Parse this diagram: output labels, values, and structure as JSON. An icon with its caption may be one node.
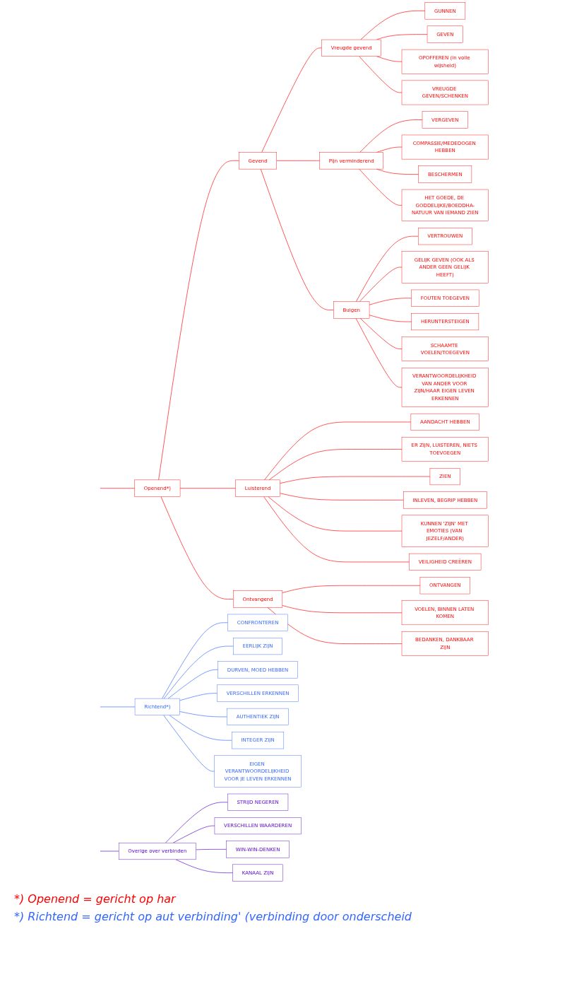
{
  "diagram": {
    "nodes": [
      {
        "text": [
          "Openend*)"
        ]
      },
      {
        "text": [
          "Gevend"
        ]
      },
      {
        "text": [
          "Vreugde gevend"
        ]
      },
      {
        "text": [
          "GUNNEN"
        ]
      },
      {
        "text": [
          "GEVEN"
        ]
      },
      {
        "text": [
          "OPOFFEREN (in volle wijsheid)"
        ]
      },
      {
        "text": [
          "VREUGDE GEVEN/SCHENKEN"
        ]
      },
      {
        "text": [
          "Pijn verminderend"
        ]
      },
      {
        "text": [
          "VERGEVEN"
        ]
      },
      {
        "text": [
          "COMPASSIE/MEDEDOGEN HEBBEN"
        ]
      },
      {
        "text": [
          "BESCHERMEN"
        ]
      },
      {
        "text": [
          "HET GOEDE, DE GODDELIJKE/BOEDDHA-NATUUR VAN IEMAND ZIEN"
        ]
      },
      {
        "text": [
          "Buigen"
        ]
      },
      {
        "text": [
          "VERTROUWEN"
        ]
      },
      {
        "text": [
          "GELIJK GEVEN (OOK ALS ANDER GEEN GELIJK HEEFT)"
        ]
      },
      {
        "text": [
          "FOUTEN TOEGEVEN"
        ]
      },
      {
        "text": [
          "HERUNTERSTEIGEN"
        ]
      },
      {
        "text": [
          "SCHAAMTE VOELEN/TOEGEVEN"
        ]
      },
      {
        "text": [
          "VERANTWOORDELIJKHEID VAN ANDER VOOR ZIJN/HAAR EIGEN LEVEN ERKENNEN"
        ]
      },
      {
        "text": [
          "Luisterend"
        ]
      },
      {
        "text": [
          "AANDACHT HEBBEN"
        ]
      },
      {
        "text": [
          "ER ZIJN, LUISTEREN, NIETS TOEVOEGEN"
        ]
      },
      {
        "text": [
          "ZIEN"
        ]
      },
      {
        "text": [
          "INLEVEN, BEGRIP HEBBEN"
        ]
      },
      {
        "text": [
          "KUNNEN 'ZIJN' MET EMOTIES (VAN JEZELF/ANDER)"
        ]
      },
      {
        "text": [
          "VEILIGHEID CREËREN"
        ]
      },
      {
        "text": [
          "Ontvangend"
        ]
      },
      {
        "text": [
          "ONTVANGEN"
        ]
      },
      {
        "text": [
          "VOELEN, BINNEN LATEN KOMEN"
        ]
      },
      {
        "text": [
          "BEDANKEN, DANKBAAR ZIJN"
        ]
      },
      {
        "text": [
          "Richtend*)"
        ]
      },
      {
        "text": [
          "CONFRONTEREN"
        ]
      },
      {
        "text": [
          "EERLIJK ZIJN"
        ]
      },
      {
        "text": [
          "DURVEN, MOED HEBBEN"
        ]
      },
      {
        "text": [
          "VERSCHILLEN ERKENNEN"
        ]
      },
      {
        "text": [
          "AUTHENTIEK ZIJN"
        ]
      },
      {
        "text": [
          "INTEGER ZIJN"
        ]
      },
      {
        "text": [
          "EIGEN VERANTWOORDELIJKHEID VOOR JE LEVEN ERKENNEN"
        ]
      },
      {
        "text": [
          "Overige over verbinden"
        ]
      },
      {
        "text": [
          "STRIJD NEGEREN"
        ]
      },
      {
        "text": [
          "VERSCHILLEN WAARDEREN"
        ]
      },
      {
        "text": [
          "WIN-WIN-DENKEN"
        ]
      },
      {
        "text": [
          "KANAAL ZIJN"
        ]
      }
    ],
    "edges": [
      {
        "from": null,
        "to": 0,
        "arrow": "none"
      },
      {
        "from": 0,
        "to": 1,
        "arrow": "none"
      },
      {
        "from": 1,
        "to": 2,
        "arrow": "none"
      },
      {
        "from": 2,
        "to": 3,
        "arrow": "none"
      },
      {
        "from": 2,
        "to": 4,
        "arrow": "none"
      },
      {
        "from": 2,
        "to": 5,
        "arrow": "none"
      },
      {
        "from": 2,
        "to": 6,
        "arrow": "none"
      },
      {
        "from": 1,
        "to": 7,
        "arrow": "none"
      },
      {
        "from": 7,
        "to": 8,
        "arrow": "none"
      },
      {
        "from": 7,
        "to": 9,
        "arrow": "none"
      },
      {
        "from": 7,
        "to": 10,
        "arrow": "none"
      },
      {
        "from": 7,
        "to": 11,
        "arrow": "none"
      },
      {
        "from": 1,
        "to": 12,
        "arrow": "none"
      },
      {
        "from": 12,
        "to": 13,
        "arrow": "none"
      },
      {
        "from": 12,
        "to": 14,
        "arrow": "none"
      },
      {
        "from": 12,
        "to": 15,
        "arrow": "none"
      },
      {
        "from": 12,
        "to": 16,
        "arrow": "none"
      },
      {
        "from": 12,
        "to": 17,
        "arrow": "none"
      },
      {
        "from": 12,
        "to": 18,
        "arrow": "none"
      },
      {
        "from": 0,
        "to": 19,
        "arrow": "none"
      },
      {
        "from": 19,
        "to": 20,
        "arrow": "none"
      },
      {
        "from": 19,
        "to": 21,
        "arrow": "none"
      },
      {
        "from": 19,
        "to": 22,
        "arrow": "none"
      },
      {
        "from": 19,
        "to": 23,
        "arrow": "none"
      },
      {
        "from": 19,
        "to": 24,
        "arrow": "none"
      },
      {
        "from": 19,
        "to": 25,
        "arrow": "none"
      },
      {
        "from": 0,
        "to": 26,
        "arrow": "none"
      },
      {
        "from": 26,
        "to": 27,
        "arrow": "none"
      },
      {
        "from": 26,
        "to": 28,
        "arrow": "none"
      },
      {
        "from": 26,
        "to": 29,
        "arrow": "none"
      },
      {
        "from": null,
        "to": 30,
        "arrow": "none",
        "color": "#3366ff"
      },
      {
        "from": 30,
        "to": 31,
        "arrow": "none",
        "color": "#3366ff"
      },
      {
        "from": 30,
        "to": 32,
        "arrow": "none",
        "color": "#3366ff"
      },
      {
        "from": 30,
        "to": 33,
        "arrow": "none",
        "color": "#3366ff"
      },
      {
        "from": 30,
        "to": 34,
        "arrow": "none",
        "color": "#3366ff"
      },
      {
        "from": 30,
        "to": 35,
        "arrow": "none",
        "color": "#3366ff"
      },
      {
        "from": 30,
        "to": 36,
        "arrow": "none",
        "color": "#3366ff"
      },
      {
        "from": 30,
        "to": 37,
        "arrow": "none",
        "color": "#3366ff"
      },
      {
        "from": null,
        "to": 38,
        "arrow": "none",
        "color": "#5500cc"
      },
      {
        "from": 38,
        "to": 39,
        "arrow": "none",
        "color": "#5500cc"
      },
      {
        "from": 38,
        "to": 40,
        "arrow": "none",
        "color": "#5500cc"
      },
      {
        "from": 38,
        "to": 41,
        "arrow": "none",
        "color": "#5500cc"
      },
      {
        "from": 38,
        "to": 42,
        "arrow": "none",
        "color": "#5500cc"
      }
    ],
    "labels": [
      "*) Openend = gericht op har",
      "*) Richtend = gericht op aut verbinding' (verbinding door onderscheid"
    ]
  }
}
